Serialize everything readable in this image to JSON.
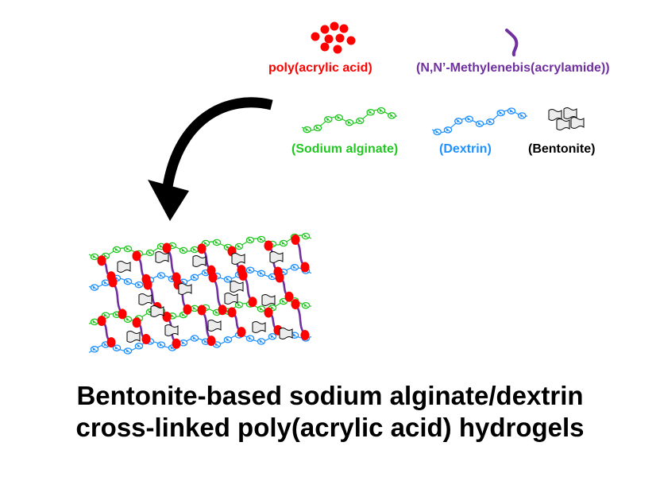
{
  "legend": {
    "poly_acrylic_acid": "poly(acrylic acid)",
    "methylenebis": "(N,N’-Methylenebis(acrylamide))",
    "sodium_alginate": "(Sodium alginate)",
    "dextrin": "(Dextrin)",
    "bentonite": "(Bentonite)"
  },
  "caption": {
    "line1": "Bentonite-based sodium alginate/dextrin",
    "line2": "cross-linked poly(acrylic acid) hydrogels"
  },
  "colors": {
    "poly_acrylic_acid": "#ff0000",
    "methylenebis": "#7030a0",
    "sodium_alginate": "#22c722",
    "dextrin": "#1e90ff",
    "bentonite": "#000000",
    "arrow": "#000000"
  },
  "icons": {
    "arrow": "curved-arrow-icon",
    "bentonite": "clay-sheet-icon"
  }
}
